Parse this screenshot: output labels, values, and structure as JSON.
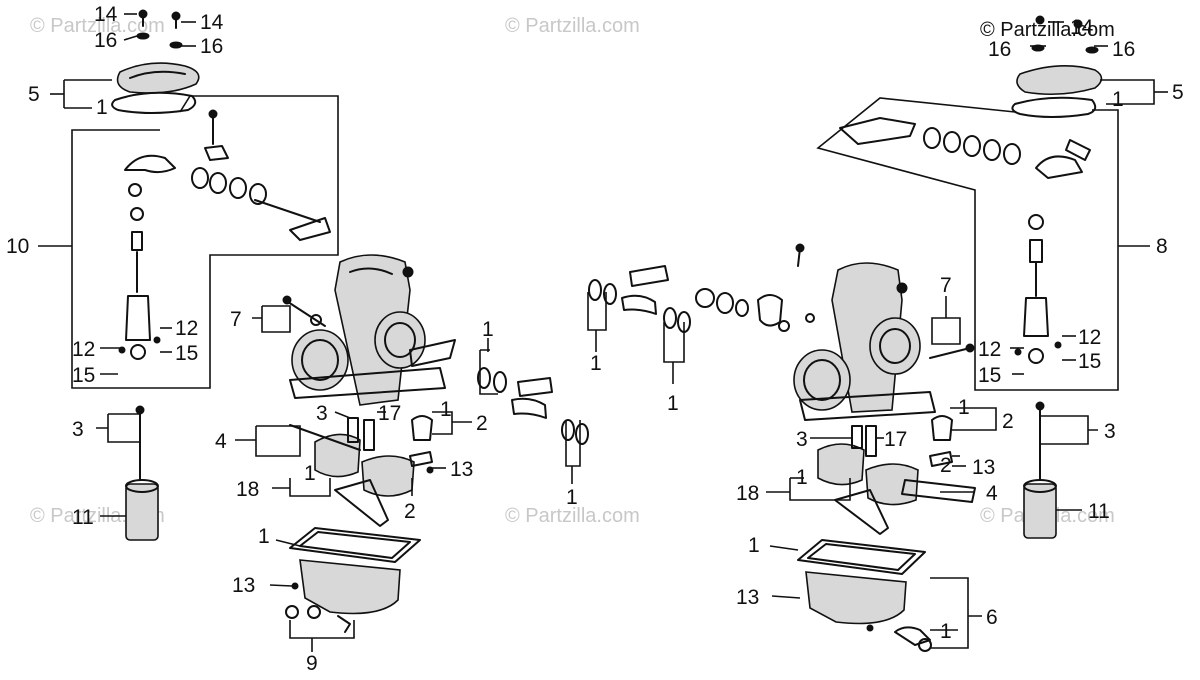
{
  "watermark": {
    "text": "© Partzilla.com"
  },
  "callouts": {
    "n1": "1",
    "n2": "2",
    "n3": "3",
    "n4": "4",
    "n5": "5",
    "n6": "6",
    "n7": "7",
    "n8": "8",
    "n9": "9",
    "n10": "10",
    "n11": "11",
    "n12": "12",
    "n13": "13",
    "n14": "14",
    "n15": "15",
    "n16": "16",
    "n17": "17",
    "n18": "18"
  }
}
